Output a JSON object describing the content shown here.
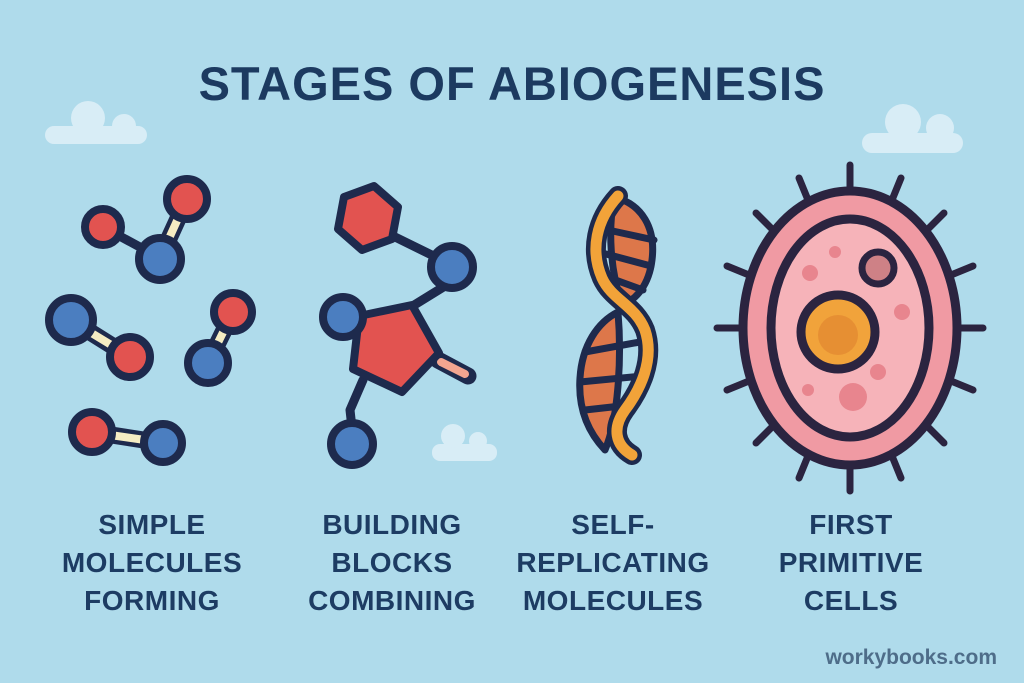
{
  "title": "STAGES OF ABIOGENESIS",
  "watermark": "workybooks.com",
  "stages": [
    {
      "id": "simple-molecules",
      "label_lines": [
        "SIMPLE",
        "MOLECULES",
        "FORMING"
      ],
      "illustration": "molecules-icon"
    },
    {
      "id": "building-blocks",
      "label_lines": [
        "BUILDING",
        "BLOCKS",
        "COMBINING"
      ],
      "illustration": "building-blocks-icon"
    },
    {
      "id": "self-replicating",
      "label_lines": [
        "SELF-",
        "REPLICATING",
        "MOLECULES"
      ],
      "illustration": "dna-helix-icon"
    },
    {
      "id": "primitive-cells",
      "label_lines": [
        "FIRST",
        "PRIMITIVE",
        "CELLS"
      ],
      "illustration": "cell-icon"
    }
  ],
  "colors": {
    "background": "#afdbeb",
    "cloud": "#d8edf6",
    "text_navy": "#1d3c63",
    "outline_navy": "#1e2a4d",
    "atom_red": "#e25350",
    "atom_blue": "#4b7ec0",
    "bond_cream": "#f5ecc3",
    "stick_salmon": "#f2a590",
    "dna_orange": "#f2a339",
    "dna_terracotta": "#dd774a",
    "cell_outline": "#2b2440",
    "cell_outer_pink": "#f09aa3",
    "cell_inner_pink": "#f6b3b9",
    "nucleus_orange": "#f1a33b",
    "nucleus_core": "#e68f33",
    "vacuole_pink": "#ce8186",
    "dot_pink": "#e8858e",
    "watermark_color": "#4e6d89"
  }
}
